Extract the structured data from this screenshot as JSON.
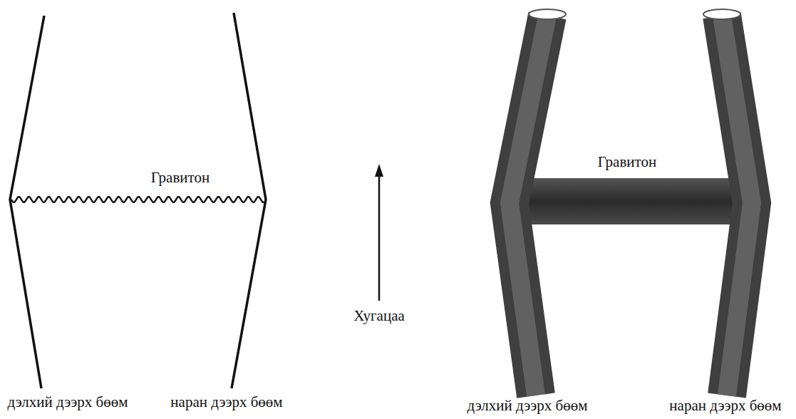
{
  "diagram": {
    "labels": [
      "Гравитон",
      "Гравитон",
      "Хугацаа",
      "дэлхий дээрх бөөм",
      "наран дээрх бөөм",
      "дэлхий дээрх бөөм",
      "наран дээрх бөөм"
    ]
  }
}
